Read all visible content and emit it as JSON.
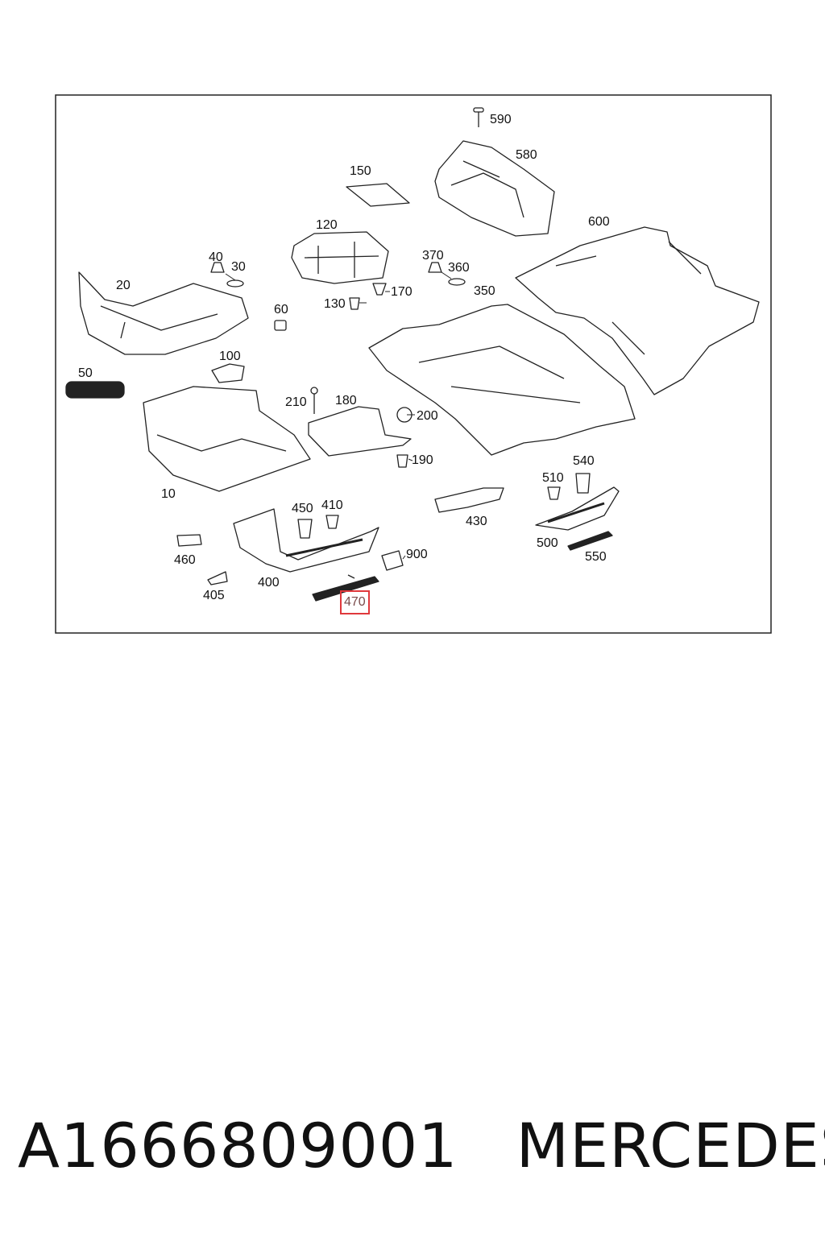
{
  "diagram": {
    "labels": {
      "l590": "590",
      "l580": "580",
      "l150": "150",
      "l600": "600",
      "l120": "120",
      "l40": "40",
      "l30": "30",
      "l370": "370",
      "l360": "360",
      "l20": "20",
      "l350": "350",
      "l170": "170",
      "l130": "130",
      "l60": "60",
      "l100": "100",
      "l50": "50",
      "l210": "210",
      "l180": "180",
      "l200": "200",
      "l190": "190",
      "l540": "540",
      "l510": "510",
      "l10": "10",
      "l450": "450",
      "l410": "410",
      "l430": "430",
      "l900": "900",
      "l500": "500",
      "l550": "550",
      "l460": "460",
      "l400": "400",
      "l405": "405",
      "l470": "470"
    },
    "highlight_color": "#e0383c"
  },
  "footer": {
    "part_number": "A1666809001",
    "brand": "MERCEDES"
  }
}
